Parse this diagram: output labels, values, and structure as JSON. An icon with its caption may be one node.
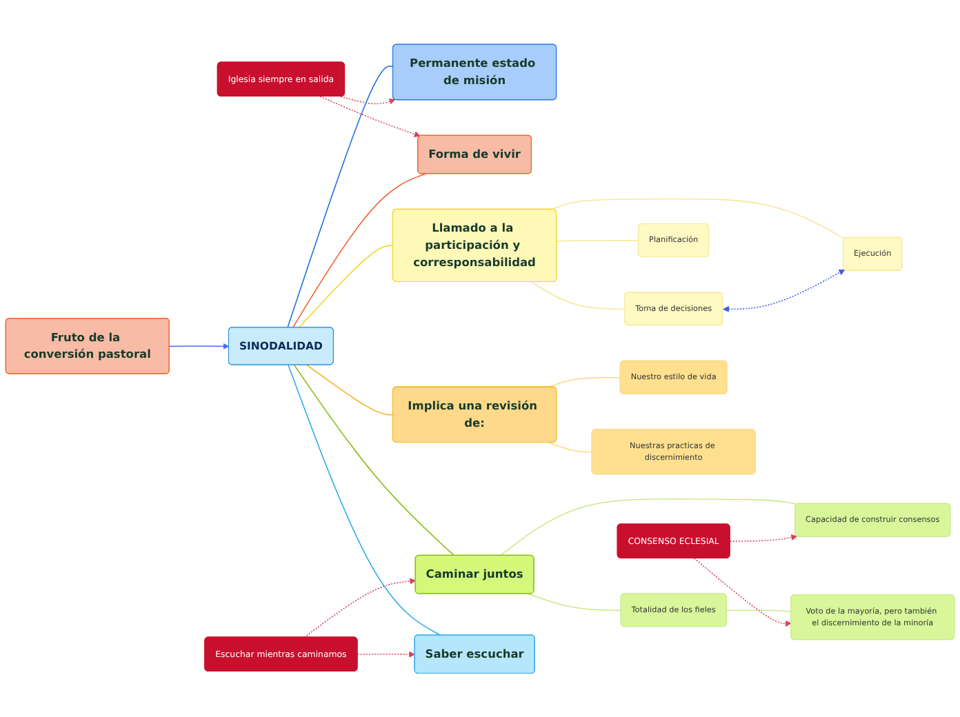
{
  "diagram": {
    "nodes": [
      {
        "text": [
          "SINODALIDAD"
        ]
      },
      {
        "text": [
          "Fruto de la conversión pastoral"
        ]
      },
      {
        "text": [
          "Llamado a la participación y corresponsabilidad"
        ]
      },
      {
        "text": [
          "Toma de decisiones"
        ]
      },
      {
        "text": [
          "Planificación"
        ]
      },
      {
        "text": [
          "Ejecución"
        ]
      },
      {
        "text": [
          "Permanente estado de misión"
        ]
      },
      {
        "text": [
          "Iglesia siempre en salida"
        ]
      },
      {
        "text": [
          "Forma de vivir"
        ]
      },
      {
        "text": [
          "CONSENSO ECLESIAL"
        ]
      },
      {
        "text": [
          "Implica una revisión de:"
        ]
      },
      {
        "text": [
          "Nuestro estilo de vida"
        ]
      },
      {
        "text": [
          "Nuestras practicas de discernimiento"
        ]
      },
      {
        "text": [
          "Capacidad de construir consensos"
        ]
      },
      {
        "text": [
          "Caminar juntos"
        ]
      },
      {
        "text": [
          "Voto de la mayoría, pero también el discernimiento de la minoría"
        ]
      },
      {
        "text": [
          "Totalidad de los fieles"
        ]
      },
      {
        "text": [
          "Saber escuchar"
        ]
      },
      {
        "text": [
          "Escuchar mientras caminamos"
        ]
      }
    ],
    "edges": [
      {
        "from": 1,
        "to": 0,
        "arrow": "to",
        "color": "#4a6cf7"
      },
      {
        "from": 0,
        "to": 2,
        "arrow": "none",
        "color": "#f2d21b"
      },
      {
        "from": 2,
        "to": 3,
        "arrow": "none",
        "color": "#f7e79a"
      },
      {
        "from": 2,
        "to": 4,
        "arrow": "none",
        "color": "#f7e79a"
      },
      {
        "from": 2,
        "to": 5,
        "arrow": "none",
        "color": "#f7e79a"
      },
      {
        "from": 5,
        "to": 3,
        "arrow": "both",
        "style": "dashed",
        "color": "#3b5ee8"
      },
      {
        "from": 0,
        "to": 6,
        "arrow": "none",
        "color": "#1a6ee0"
      },
      {
        "from": 7,
        "to": 6,
        "arrow": "to",
        "style": "dashed",
        "color": "#d9415e"
      },
      {
        "from": 7,
        "to": 8,
        "arrow": "to",
        "style": "dashed",
        "color": "#d9415e"
      },
      {
        "from": 0,
        "to": 8,
        "arrow": "none",
        "color": "#f25a22"
      },
      {
        "from": 0,
        "to": 10,
        "arrow": "none",
        "color": "#f5b21b"
      },
      {
        "from": 10,
        "to": 11,
        "arrow": "none",
        "color": "#f7d98a"
      },
      {
        "from": 10,
        "to": 12,
        "arrow": "none",
        "color": "#f7d98a"
      },
      {
        "from": 0,
        "to": 14,
        "arrow": "none",
        "color": "#86b80f"
      },
      {
        "from": 14,
        "to": 13,
        "arrow": "none",
        "color": "#cde88c"
      },
      {
        "from": 14,
        "to": 16,
        "arrow": "none",
        "color": "#cde88c"
      },
      {
        "from": 16,
        "to": 15,
        "arrow": "none",
        "color": "#cde88c"
      },
      {
        "from": 9,
        "to": 13,
        "arrow": "to",
        "style": "dashed",
        "color": "#d9415e"
      },
      {
        "from": 9,
        "to": 15,
        "arrow": "to",
        "style": "dashed",
        "color": "#d9415e"
      },
      {
        "from": 0,
        "to": 17,
        "arrow": "none",
        "color": "#2aa8e8"
      },
      {
        "from": 18,
        "to": 14,
        "arrow": "to",
        "style": "dashed",
        "color": "#d9415e"
      },
      {
        "from": 18,
        "to": 17,
        "arrow": "to",
        "style": "dashed",
        "color": "#d9415e"
      }
    ]
  }
}
